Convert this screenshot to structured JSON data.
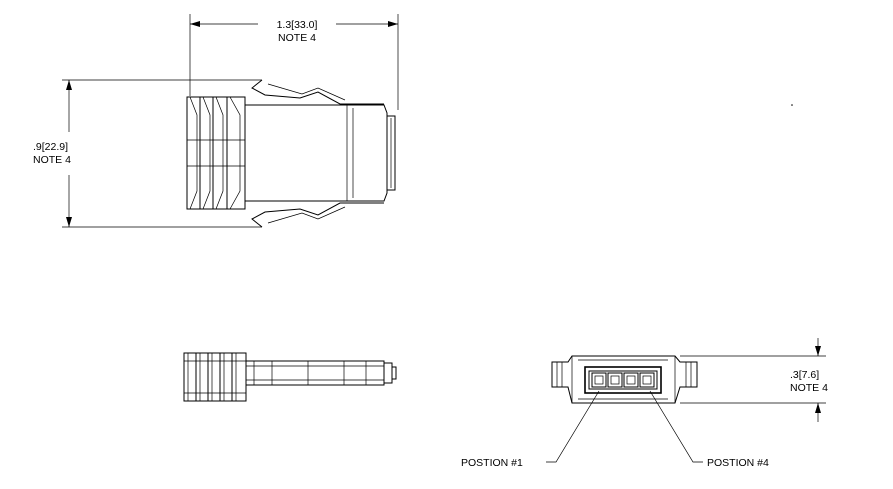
{
  "top_view": {
    "width_dim": "1.3[33.0]",
    "width_note": "NOTE 4",
    "height_dim": ".9[22.9]",
    "height_note": "NOTE 4"
  },
  "end_view": {
    "thickness_dim": ".3[7.6]",
    "thickness_note": "NOTE 4",
    "position_1_label": "POSTION #1",
    "position_4_label": "POSTION #4",
    "cavity_count": 4
  }
}
